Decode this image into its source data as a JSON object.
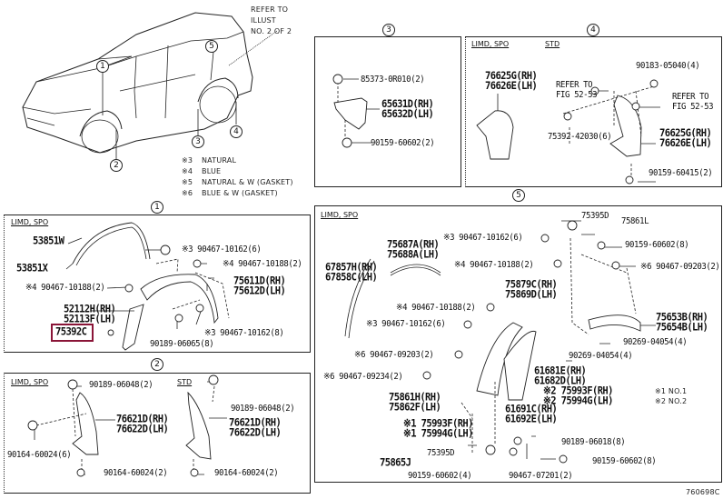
{
  "diagram_id": "760698C",
  "overview": {
    "refer_note": [
      "REFER TO",
      "ILLUST",
      "NO. 2 OF 2"
    ],
    "callouts": [
      "1",
      "2",
      "3",
      "4",
      "5"
    ],
    "legend": [
      {
        "mark": "※3",
        "text": "NATURAL"
      },
      {
        "mark": "※4",
        "text": "BLUE"
      },
      {
        "mark": "※5",
        "text": "NATURAL & W (GASKET)"
      },
      {
        "mark": "※6",
        "text": "BLUE & W (GASKET)"
      }
    ]
  },
  "panel1": {
    "number": "1",
    "variant": "LIMD, SPO",
    "parts": {
      "p53851w": "53851W",
      "p53851x": "53851X",
      "clip_a": "※3 90467-10162(6)",
      "clip_b": "※4 90467-10188(2)",
      "clip_c": "※4 90467-10188(2)",
      "flare": [
        "75611D(RH)",
        "75612D(LH)"
      ],
      "mud": [
        "52112H(RH)",
        "52113F(LH)"
      ],
      "highlighted": "75392C",
      "clip_d": "※3 90467-10162(8)",
      "screw": "90189-06065(8)"
    }
  },
  "panel2": {
    "number": "2",
    "variant_left": "LIMD, SPO",
    "variant_right": "STD",
    "left": {
      "top": "90189-06048(2)",
      "flap": [
        "76621D(RH)",
        "76622D(LH)"
      ],
      "side": "90164-60024(6)",
      "bottom": "90164-60024(2)"
    },
    "right": {
      "top": "90189-06048(2)",
      "flap": [
        "76621D(RH)",
        "76622D(LH)"
      ],
      "bottom": "90164-60024(2)"
    }
  },
  "panel3": {
    "number": "3",
    "top": "85373-0R010(2)",
    "bracket": [
      "65631D(RH)",
      "65632D(LH)"
    ],
    "bottom": "90159-60602(2)"
  },
  "panel4": {
    "number": "4",
    "variant_left": "LIMD, SPO",
    "variant_right": "STD",
    "left_flap": [
      "76625G(RH)",
      "76626E(LH)"
    ],
    "screw_top": "90183-05040(4)",
    "refer_left": [
      "REFER TO",
      "FIG 52-53"
    ],
    "refer_right": [
      "REFER TO",
      "FIG 52-53"
    ],
    "nut": "75392-42030(6)",
    "right_flap": [
      "76625G(RH)",
      "76626E(LH)"
    ],
    "bottom": "90159-60415(2)"
  },
  "panel5": {
    "number": "5",
    "variant": "LIMD, SPO",
    "parts": {
      "p75395d_top": "75395D",
      "p75861l": "75861L",
      "clip1": "※3 90467-10162(6)",
      "screw1": "90159-60602(8)",
      "clip2": "※4 90467-10188(2)",
      "clip3": "※6 90467-09203(2)",
      "moulding": [
        "75687A(RH)",
        "75688A(LH)"
      ],
      "weather": [
        "67857H(RH)",
        "67858C(LH)"
      ],
      "flare": [
        "75879C(RH)",
        "75869D(LH)"
      ],
      "clip4": "※4 90467-10188(2)",
      "clip5": "※3 90467-10162(6)",
      "rear": [
        "75653B(RH)",
        "75654B(LH)"
      ],
      "screw2": "90269-04054(4)",
      "screw3": "90269-04054(4)",
      "clip6": "※6 90467-09203(2)",
      "clip7": "※6 90467-09234(2)",
      "liner": [
        "61681E(RH)",
        "61682D(LH)"
      ],
      "brk": [
        "75861H(RH)",
        "75862F(LH)"
      ],
      "pad1": [
        "※1 75993F(RH)",
        "※1 75994G(LH)"
      ],
      "pad2": [
        "※2 75993F(RH)",
        "※2 75994G(LH)"
      ],
      "panel": [
        "61691C(RH)",
        "61692E(LH)"
      ],
      "p75865j": "75865J",
      "p75395d": "75395D",
      "screw4": "90189-06018(8)",
      "screw5": "90159-60602(4)",
      "clip8": "90467-07201(2)",
      "screw6": "90159-60602(8)",
      "notes": [
        "※1 NO.1",
        "※2 NO.2"
      ]
    }
  },
  "colors": {
    "highlight": "#8a1538",
    "line": "#222222"
  }
}
